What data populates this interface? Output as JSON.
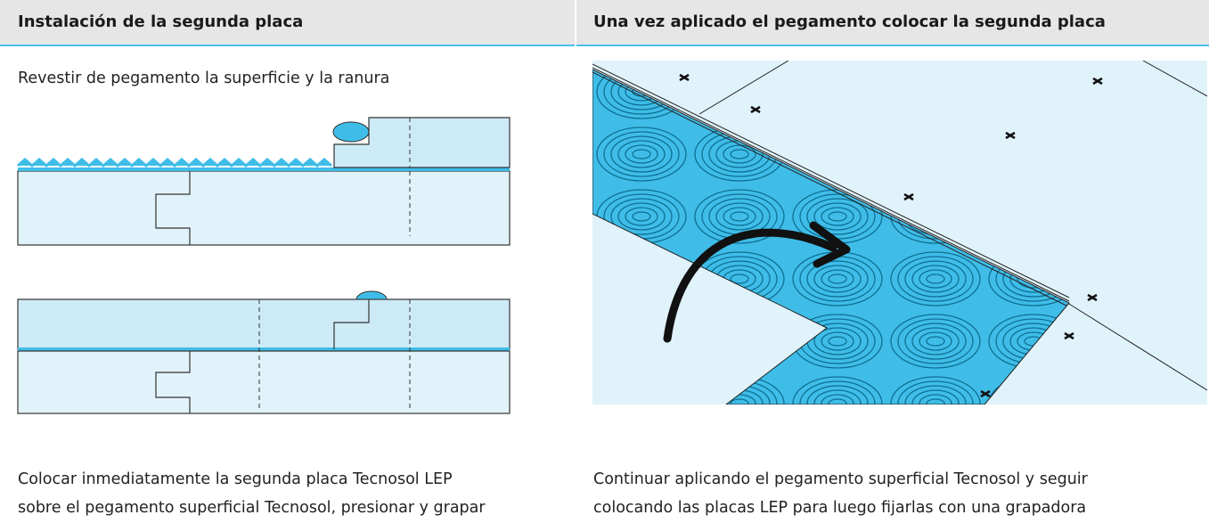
{
  "columns": [
    {
      "header": "Instalación de la segunda placa",
      "top_text": "Revestir de pegamento la superficie y la ranura",
      "bottom_text_line1": "Colocar inmediatamente la segunda placa Tecnosol LEP",
      "bottom_text_line2": "sobre el pegamento superficial Tecnosol, presionar y grapar"
    },
    {
      "header": "Una vez aplicado el pegamento colocar la segunda placa",
      "bottom_text_line1": "Continuar aplicando el pegamento superficial Tecnosol y seguir",
      "bottom_text_line2": "colocando las placas LEP para luego fijarlas con una grapadora"
    }
  ],
  "colors": {
    "accent": "#4bc0ea",
    "panel_fill": "#e1f3fa",
    "board_fill": "#cdeaf7",
    "glue": "#3fbde8",
    "header_bg": "#e6e6e6"
  },
  "icons": [
    "staple-mark-icon",
    "arrow-curve-icon"
  ]
}
